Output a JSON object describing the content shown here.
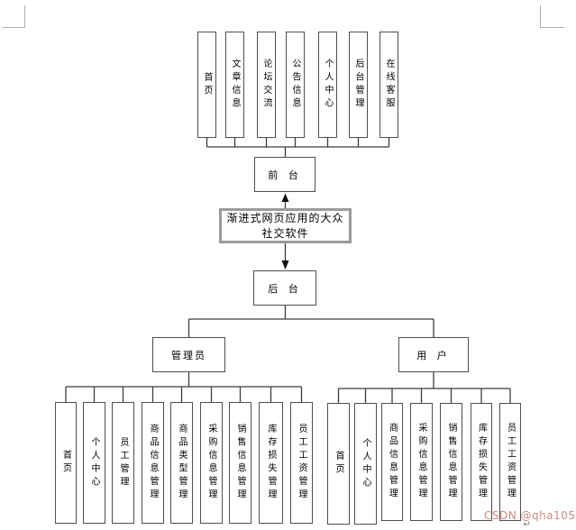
{
  "diagram": {
    "title_lines": [
      "渐进式网页应用的大众",
      "社交软件"
    ],
    "front": {
      "label": "前 台",
      "modules": [
        "首页",
        "文章信息",
        "论坛交流",
        "公告信息",
        "个人中心",
        "后台管理",
        "在线客服"
      ]
    },
    "back": {
      "label": "后 台"
    },
    "roles": [
      {
        "label": "管理员",
        "modules": [
          "首页",
          "个人中心",
          "员工管理",
          "商品信息管理",
          "商品类型管理",
          "采购信息管理",
          "销售信息管理",
          "库存损失管理",
          "员工工资管理"
        ]
      },
      {
        "label": "用 户",
        "modules": [
          "首页",
          "个人中心",
          "商品信息管理",
          "采购信息管理",
          "销售信息管理",
          "库存损失管理",
          "员工工资管理"
        ]
      }
    ]
  },
  "watermark": {
    "text": "CSDN @qha105",
    "color": "#cb8a7e"
  },
  "return_mark": "↵",
  "colors": {
    "line": "#3d3d3d",
    "box_border": "#4f4f4f",
    "root_border": "#9b9b9b"
  }
}
